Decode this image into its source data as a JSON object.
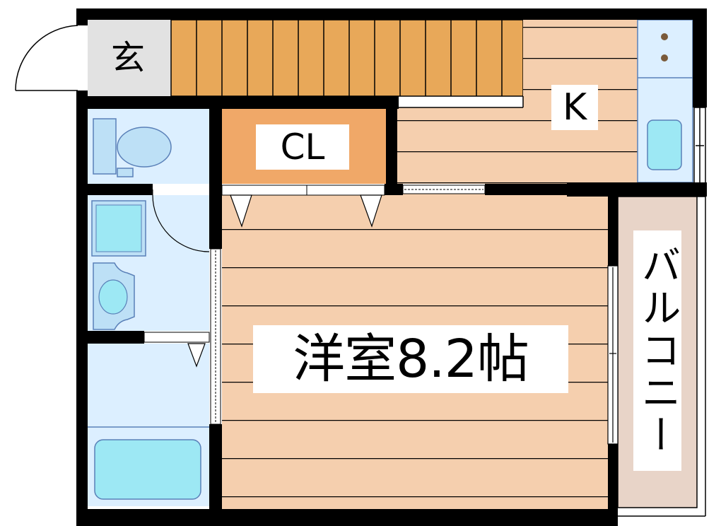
{
  "rooms": {
    "genkan": "玄",
    "kitchen": "K",
    "closet": "CL",
    "main_room": "洋室8.2帖",
    "balcony": "バルコニー"
  },
  "colors": {
    "wall": "#000000",
    "floor": "#f5cfae",
    "stairs": "#e8a859",
    "closet": "#f0a868",
    "wet_area": "#dcefff",
    "fixture": "#9de8f4",
    "fixture_outline": "#5a80b8",
    "genkan": "#e2e2e2",
    "balcony": "#e8d4c8"
  }
}
